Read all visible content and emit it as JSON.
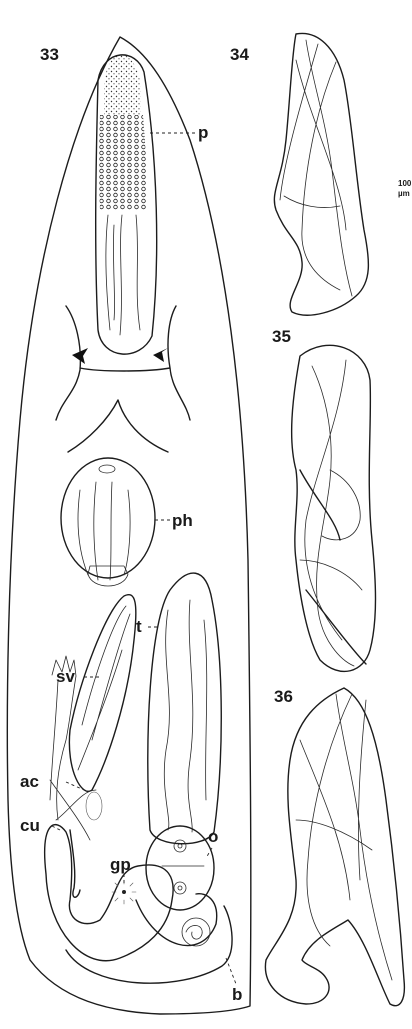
{
  "figures": {
    "fig33": "33",
    "fig34": "34",
    "fig35": "35",
    "fig36": "36"
  },
  "labels": {
    "p": "p",
    "ph": "ph",
    "t": "t",
    "sv": "sv",
    "ac": "ac",
    "cu": "cu",
    "gp": "gp",
    "o": "o",
    "b": "b"
  },
  "scale_bar": {
    "value": "100",
    "unit": "µm"
  }
}
